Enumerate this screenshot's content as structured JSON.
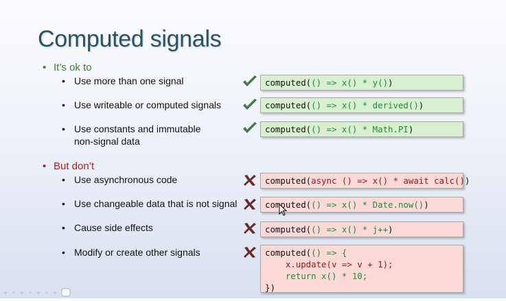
{
  "slide": {
    "title": "Computed signals",
    "ok_heading": "It’s ok to",
    "dont_heading": "But don’t",
    "ok_items": [
      "Use more than one signal",
      "Use writeable or computed signals",
      "Use constants and immutable",
      "non-signal data"
    ],
    "dont_items": [
      "Use asynchronous code",
      "Use changeable data that is not signal",
      "Cause side effects",
      "Modify or create other signals"
    ],
    "code_ok": {
      "c1_a": "computed(",
      "c1_b": "() => x() * y()",
      "c1_c": ")",
      "c2_a": "computed(",
      "c2_b": "() => x() * derived()",
      "c2_c": ")",
      "c3_a": "computed(",
      "c3_b": "() => x() * Math.PI",
      "c3_c": ")"
    },
    "code_bad": {
      "b1_a": "computed(",
      "b1_b": "async () => x() * await calc()",
      "b1_c": ")",
      "b2_a": "computed(",
      "b2_b": "() => x() * Date.now()",
      "b2_c": ")",
      "b3_a": "computed(",
      "b3_b": "() => x() * j++",
      "b3_c": ")",
      "b4_l1_a": "computed(",
      "b4_l1_b": "() => {",
      "b4_l2": "    x.update(v => v + 1);",
      "b4_l3": "    return x() * 10;",
      "b4_l4": "})"
    },
    "colors": {
      "title": "#2a5466",
      "ok": "#3f7d2e",
      "dont": "#b21d1d",
      "good_bg": "#d8f0cf",
      "bad_bg": "#fbd9d6"
    },
    "icons": [
      "check-icon",
      "cross-icon",
      "pointer-cursor-icon"
    ]
  }
}
